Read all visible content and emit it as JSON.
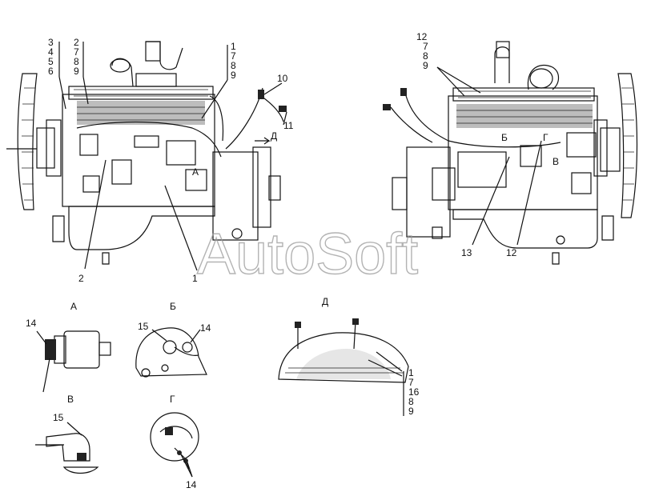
{
  "watermark": "AutoSoft",
  "colors": {
    "ink": "#111111",
    "watermark": "#9a9a9a",
    "background": "#ffffff"
  },
  "left_view": {
    "callouts": [
      {
        "id": "cl-3",
        "text": "3"
      },
      {
        "id": "cl-4",
        "text": "4"
      },
      {
        "id": "cl-5",
        "text": "5"
      },
      {
        "id": "cl-6",
        "text": "6"
      },
      {
        "id": "cl-2a",
        "text": "2"
      },
      {
        "id": "cl-7a",
        "text": "7"
      },
      {
        "id": "cl-8a",
        "text": "8"
      },
      {
        "id": "cl-9a",
        "text": "9"
      },
      {
        "id": "cl-1a",
        "text": "1"
      },
      {
        "id": "cl-7b",
        "text": "7"
      },
      {
        "id": "cl-8b",
        "text": "8"
      },
      {
        "id": "cl-9b",
        "text": "9"
      },
      {
        "id": "cl-10",
        "text": "10"
      },
      {
        "id": "cl-11",
        "text": "11"
      },
      {
        "id": "cl-2b",
        "text": "2"
      },
      {
        "id": "cl-1b",
        "text": "1"
      }
    ],
    "view_markers": {
      "a": "А",
      "d": "Д"
    }
  },
  "right_view": {
    "callouts": [
      {
        "id": "cr-12a",
        "text": "12"
      },
      {
        "id": "cr-7",
        "text": "7"
      },
      {
        "id": "cr-8",
        "text": "8"
      },
      {
        "id": "cr-9",
        "text": "9"
      },
      {
        "id": "cr-13",
        "text": "13"
      },
      {
        "id": "cr-12b",
        "text": "12"
      }
    ],
    "view_markers": {
      "b": "Б",
      "g": "Г",
      "v": "В"
    }
  },
  "details": {
    "a": {
      "title": "А",
      "callouts": [
        "14"
      ]
    },
    "b": {
      "title": "Б",
      "callouts": [
        "15",
        "14"
      ]
    },
    "d": {
      "title": "Д",
      "callouts": [
        "1",
        "7",
        "16",
        "8",
        "9"
      ]
    },
    "v": {
      "title": "В",
      "callouts": [
        "15"
      ]
    },
    "g": {
      "title": "Г",
      "callouts": [
        "14"
      ]
    }
  }
}
